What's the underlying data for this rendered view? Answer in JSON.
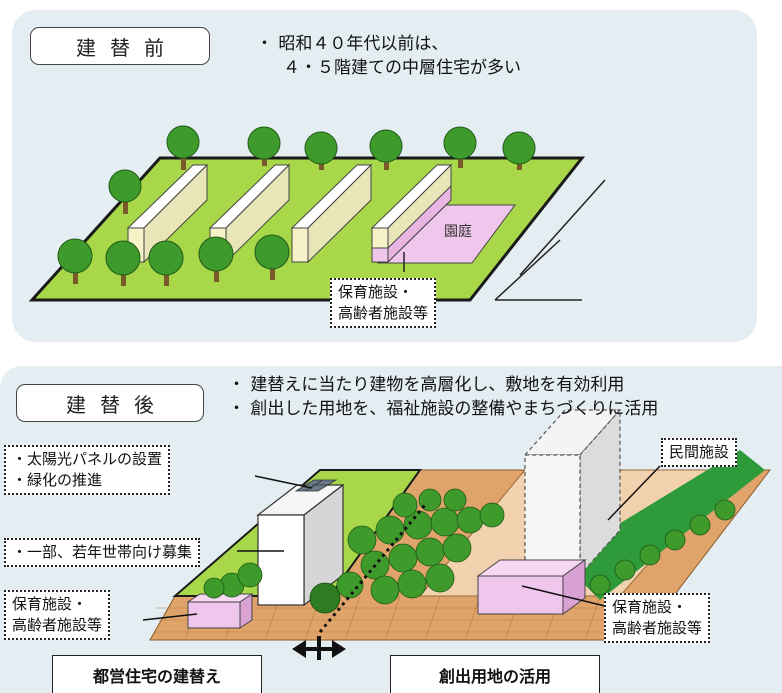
{
  "before": {
    "tag": "建替前",
    "bullets": [
      "・ 昭和４０年代以前は、",
      "４・５階建ての中層住宅が多い"
    ],
    "garden_label": "園庭",
    "facility_callout": [
      "保育施設・",
      "高齢者施設等"
    ]
  },
  "after": {
    "tag": "建替後",
    "bullets": [
      "・ 建替えに当たり建物を高層化し、敷地を有効利用",
      "・ 創出した用地を、福祉施設の整備やまちづくりに活用"
    ],
    "solar_callout": [
      "・太陽光パネルの設置",
      "・緑化の推進"
    ],
    "youth_callout": "・一部、若年世帯向け募集",
    "facility_callout_left": [
      "保育施設・",
      "高齢者施設等"
    ],
    "private_callout": "民間施設",
    "facility_callout_right": [
      "保育施設・",
      "高齢者施設等"
    ],
    "bottom_left_label": "都営住宅の建替え",
    "bottom_right_label": "創出用地の活用"
  },
  "colors": {
    "panel": "#e4eef2",
    "lawn": "#a8d84a",
    "tree": "#3f9a2c",
    "low_rise": "#f7f3c8",
    "facility": "#f0c6ec",
    "paving": "#e0a46a"
  }
}
